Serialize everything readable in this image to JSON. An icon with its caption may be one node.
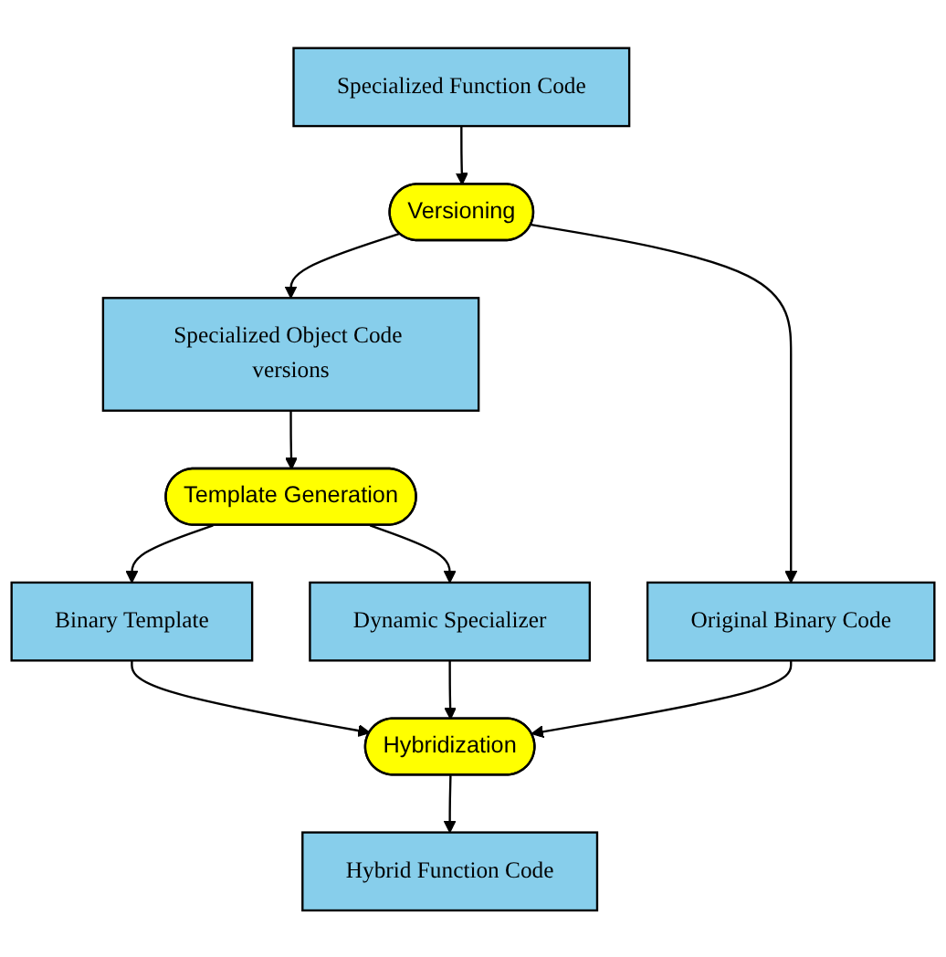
{
  "diagram": {
    "nodes": [
      {
        "text": [
          "Specialized Function Code"
        ]
      },
      {
        "text": [
          "Versioning"
        ]
      },
      {
        "text": [
          "Specialized Object Code versions"
        ]
      },
      {
        "text": [
          "Original Binary Code"
        ]
      },
      {
        "text": [
          "Template Generation"
        ]
      },
      {
        "text": [
          "Binary Template"
        ]
      },
      {
        "text": [
          "Dynamic Specializer"
        ]
      },
      {
        "text": [
          "Hybridization"
        ]
      },
      {
        "text": [
          "Hybrid Function Code"
        ]
      }
    ],
    "edges": [
      {
        "from": 0,
        "to": 1,
        "arrow": "to"
      },
      {
        "from": 1,
        "to": 2,
        "arrow": "to"
      },
      {
        "from": 1,
        "to": 3,
        "arrow": "to"
      },
      {
        "from": 2,
        "to": 4,
        "arrow": "to"
      },
      {
        "from": 4,
        "to": 5,
        "arrow": "to"
      },
      {
        "from": 4,
        "to": 6,
        "arrow": "to"
      },
      {
        "from": 5,
        "to": 7,
        "arrow": "to"
      },
      {
        "from": 6,
        "to": 7,
        "arrow": "to"
      },
      {
        "from": 3,
        "to": 7,
        "arrow": "to"
      },
      {
        "from": 7,
        "to": 8,
        "arrow": "to"
      }
    ]
  }
}
